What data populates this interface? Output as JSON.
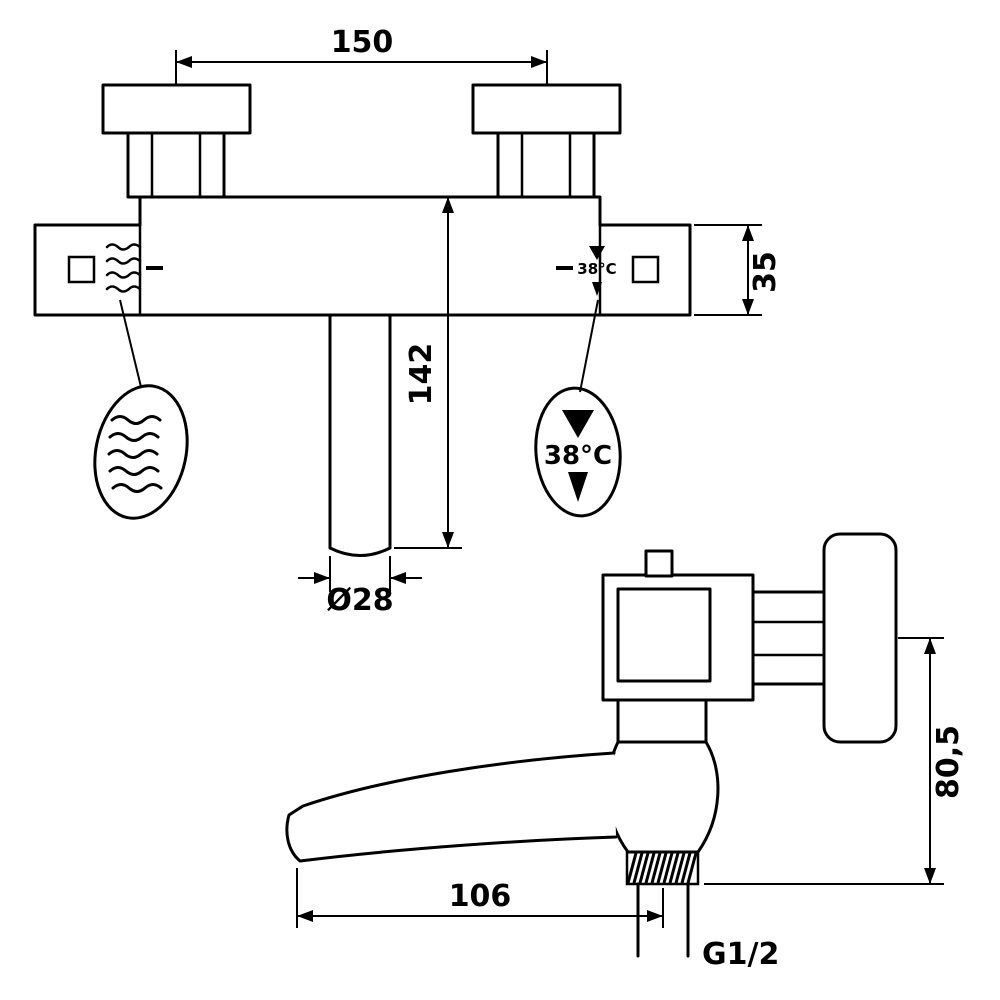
{
  "drawing": {
    "colors": {
      "line": "#000000",
      "background": "#ffffff"
    },
    "front_view": {
      "mount_spacing": "150",
      "body_height": "35",
      "spout_drop": "142",
      "spout_diameter": "Ø28",
      "temp_marking": "38°C",
      "temp_callout": "38°C"
    },
    "side_view": {
      "height_to_outlet": "80,5",
      "spout_reach": "106",
      "thread": "G1/2"
    },
    "icons": {
      "left_callout_icon": "water-flow-waves-icon",
      "right_callout_icon": "temperature-triangle-markers-icon"
    }
  }
}
